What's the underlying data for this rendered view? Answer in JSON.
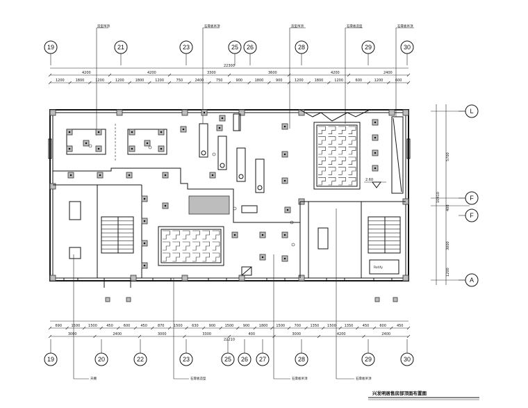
{
  "drawing": {
    "title": "兴发明居售房部顶面布置图",
    "ceiling_level": "2.60"
  },
  "axes_top": [
    "19",
    "21",
    "23",
    "25",
    "26",
    "28",
    "29",
    "30"
  ],
  "axes_bottom": [
    "19",
    "20",
    "22",
    "23",
    "25",
    "26",
    "27",
    "28",
    "29",
    "30"
  ],
  "axes_right": [
    "L",
    "F",
    "F",
    "A"
  ],
  "dims_top": {
    "overall": "22300",
    "row1": [
      "4200",
      "4200",
      "3300",
      "3600",
      "4200",
      "2400"
    ],
    "row2": [
      "1200",
      "1800",
      "1200",
      "1200",
      "1800",
      "1200",
      "750",
      "2400",
      "750",
      "900",
      "1800",
      "900",
      "1200",
      "1800",
      "1200",
      "600",
      "1200",
      "600"
    ]
  },
  "dims_bottom": {
    "overall": "22210",
    "row1": [
      "690",
      "1500",
      "1500",
      "450",
      "600",
      "450",
      "870",
      "1500",
      "630",
      "900",
      "1500",
      "900",
      "1800",
      "1500",
      "700",
      "1350",
      "1500",
      "1350",
      "450",
      "600",
      "450"
    ],
    "row2": [
      "3000",
      "2400",
      "3000",
      "3300",
      "400",
      "3000",
      "4200",
      "2400"
    ]
  },
  "dims_right": [
    "5700",
    "10410",
    "400",
    "3000",
    "1200"
  ],
  "labels_top": [
    "造型吊顶",
    "石膏板吊顶",
    "造型吊顶",
    "石膏板造型",
    "石膏板吊顶"
  ],
  "labels_bottom": [
    "天棚",
    "石膏板造型",
    "石膏板吊顶",
    "石膏板吊顶"
  ],
  "room_label": "Rotify"
}
